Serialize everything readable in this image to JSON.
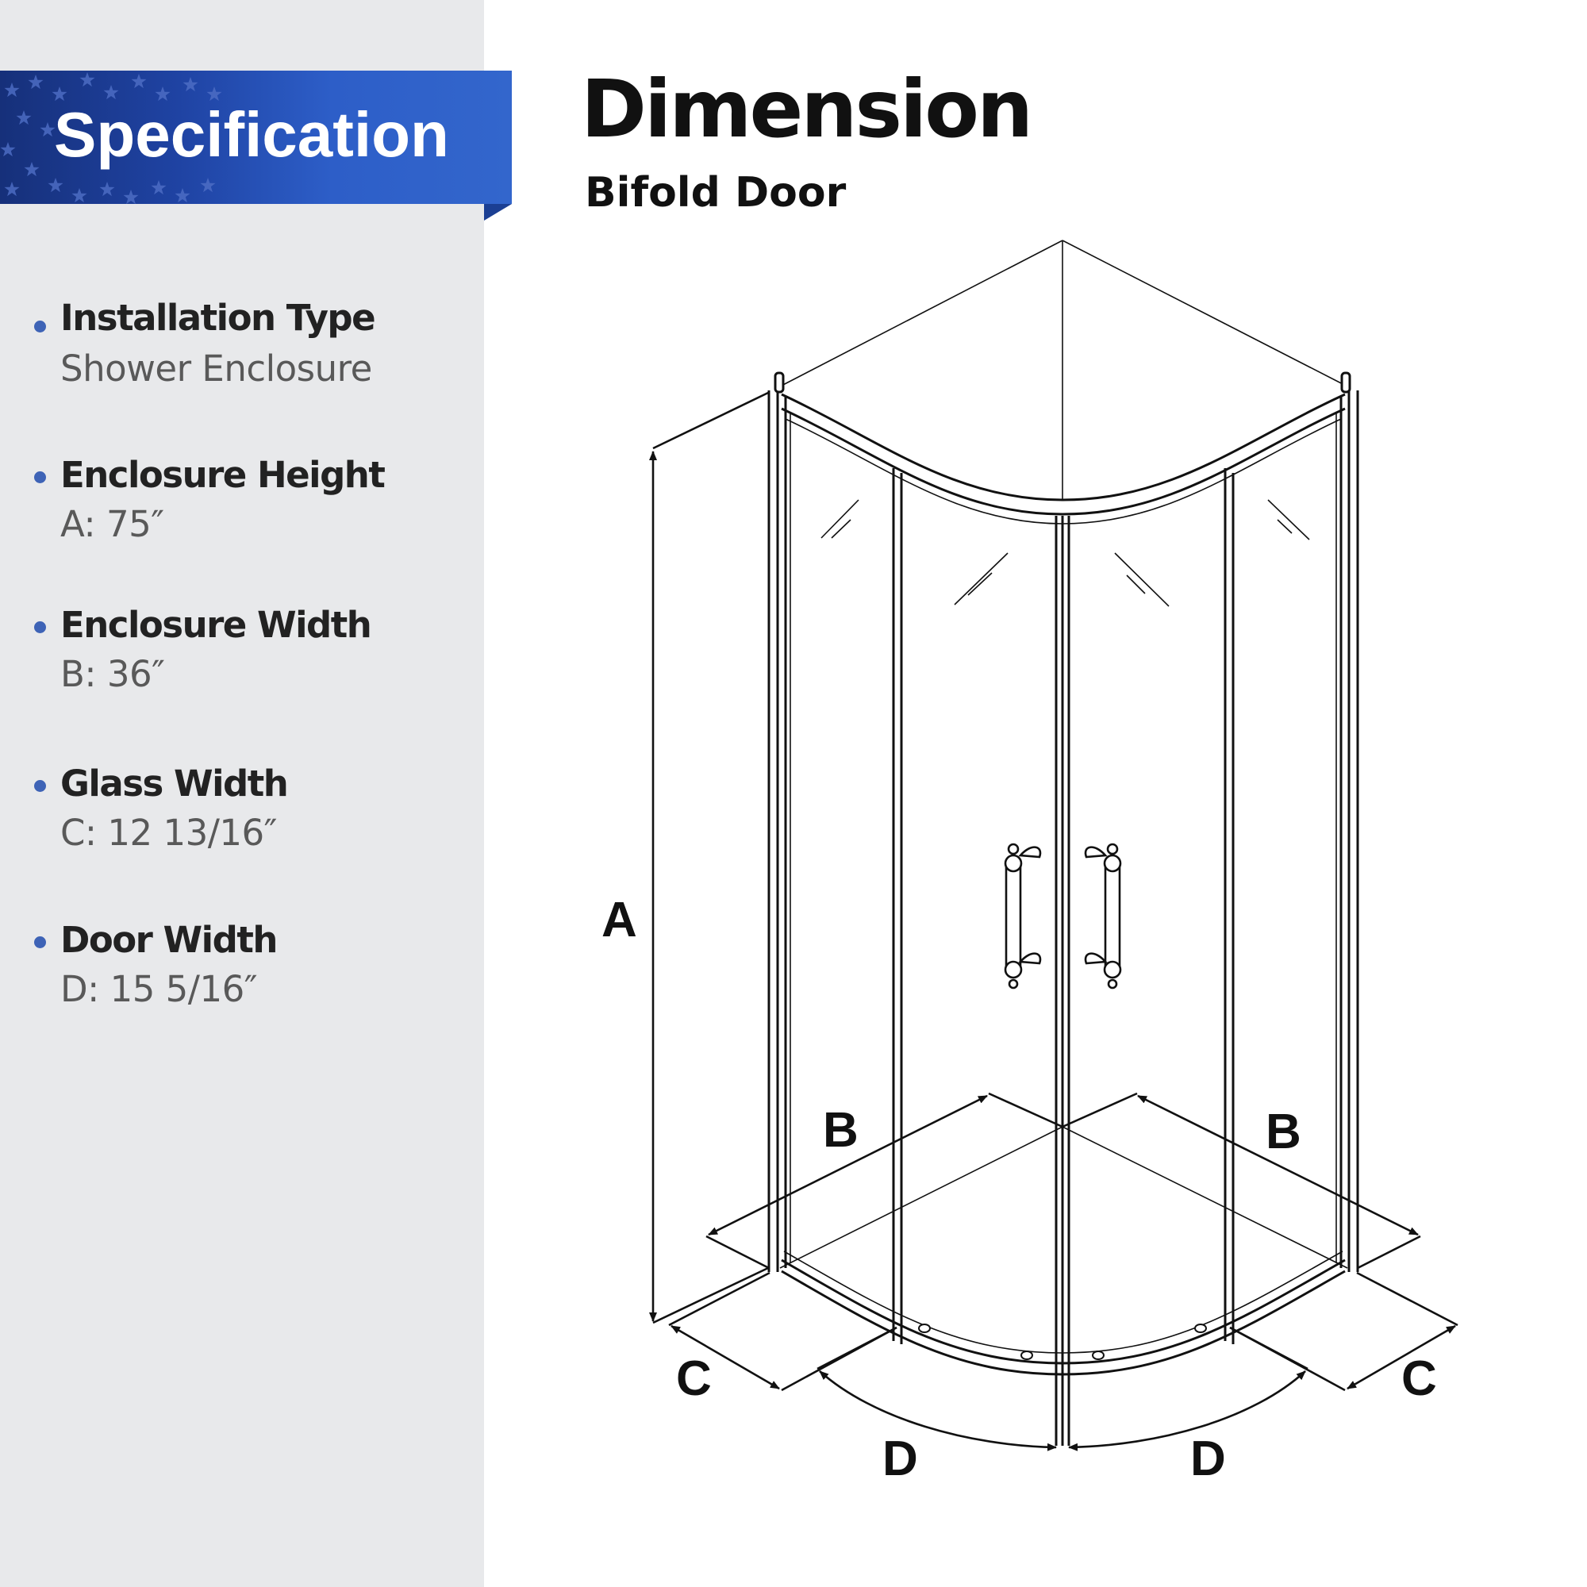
{
  "sidebar": {
    "banner_title": "Specification",
    "items": [
      {
        "label": "Installation Type",
        "value": "Shower Enclosure"
      },
      {
        "label": "Enclosure Height",
        "value": "A: 75″"
      },
      {
        "label": "Enclosure Width",
        "value": "B: 36″"
      },
      {
        "label": "Glass Width",
        "value": "C: 12 13/16″"
      },
      {
        "label": "Door Width",
        "value": "D: 15 5/16″"
      }
    ]
  },
  "main": {
    "title": "Dimension",
    "subtitle": "Bifold Door"
  },
  "diagram": {
    "labels": {
      "a": "A",
      "b": "B",
      "c": "C",
      "d": "D"
    }
  },
  "colors": {
    "banner_dark": "#16307a",
    "banner_light": "#3366cc",
    "bullet": "#3e63b6",
    "panel_bg": "#e8e9eb"
  }
}
